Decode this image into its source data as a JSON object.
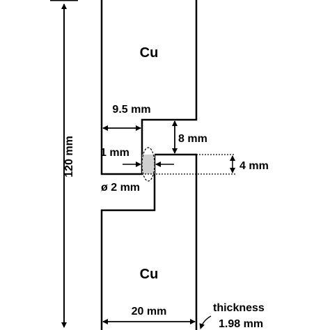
{
  "diagram": {
    "material_top": "Cu",
    "material_bottom": "Cu",
    "dimensions": {
      "overall_length": "120 mm",
      "offset_width": "9.5 mm",
      "overlap_height": "8 mm",
      "gap": "1 mm",
      "joint_height": "4 mm",
      "hole_diameter": "ø 2 mm",
      "width": "20 mm",
      "thickness_label": "thickness",
      "thickness_value": "1.98 mm"
    }
  }
}
